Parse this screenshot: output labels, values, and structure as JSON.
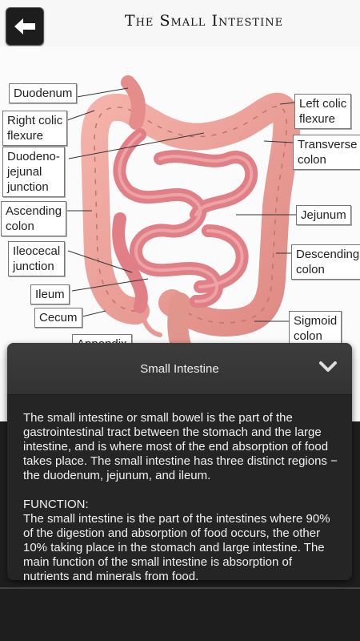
{
  "header": {
    "title": "The Small Intestine",
    "back_icon": "back-arrow-icon"
  },
  "diagram": {
    "labels": {
      "duodenum": "Duodenum",
      "right_colic_flexure": "Right colic\nflexure",
      "duodenojejunal_junction": "Duodeno-\njejunal\njunction",
      "ascending_colon": "Ascending\ncolon",
      "ileocecal_junction": "Ileocecal\njunction",
      "ileum": "Ileum",
      "cecum": "Cecum",
      "appendix": "Appendix",
      "left_colic_flexure": "Left colic\nflexure",
      "transverse_colon": "Transverse\ncolon",
      "jejunum": "Jejunum",
      "descending_colon": "Descending\ncolon",
      "sigmoid_colon": "Sigmoid\ncolon"
    }
  },
  "panel": {
    "title": "Small Intestine",
    "chevron_icon": "chevron-down-icon",
    "description": "The small intestine or small bowel is the part of the gastrointestinal tract between the stomach and the large intestine, and is where most of the end absorption of food takes place. The small intestine has three distinct regions − the duodenum, jejunum, and ileum.",
    "function_heading": "FUNCTION:",
    "function_text": "The small intestine is the part of the intestines where 90% of the digestion and absorption of food occurs, the other 10% taking place in the stomach and large intestine. The main function of the small intestine is absorption of nutrients and minerals from food."
  },
  "colors": {
    "intestine": "#e88a8a",
    "intestine_dark": "#c95f63",
    "colon": "#f0a8a0",
    "panel_bg": "#252525",
    "header_bg": "#363636"
  }
}
